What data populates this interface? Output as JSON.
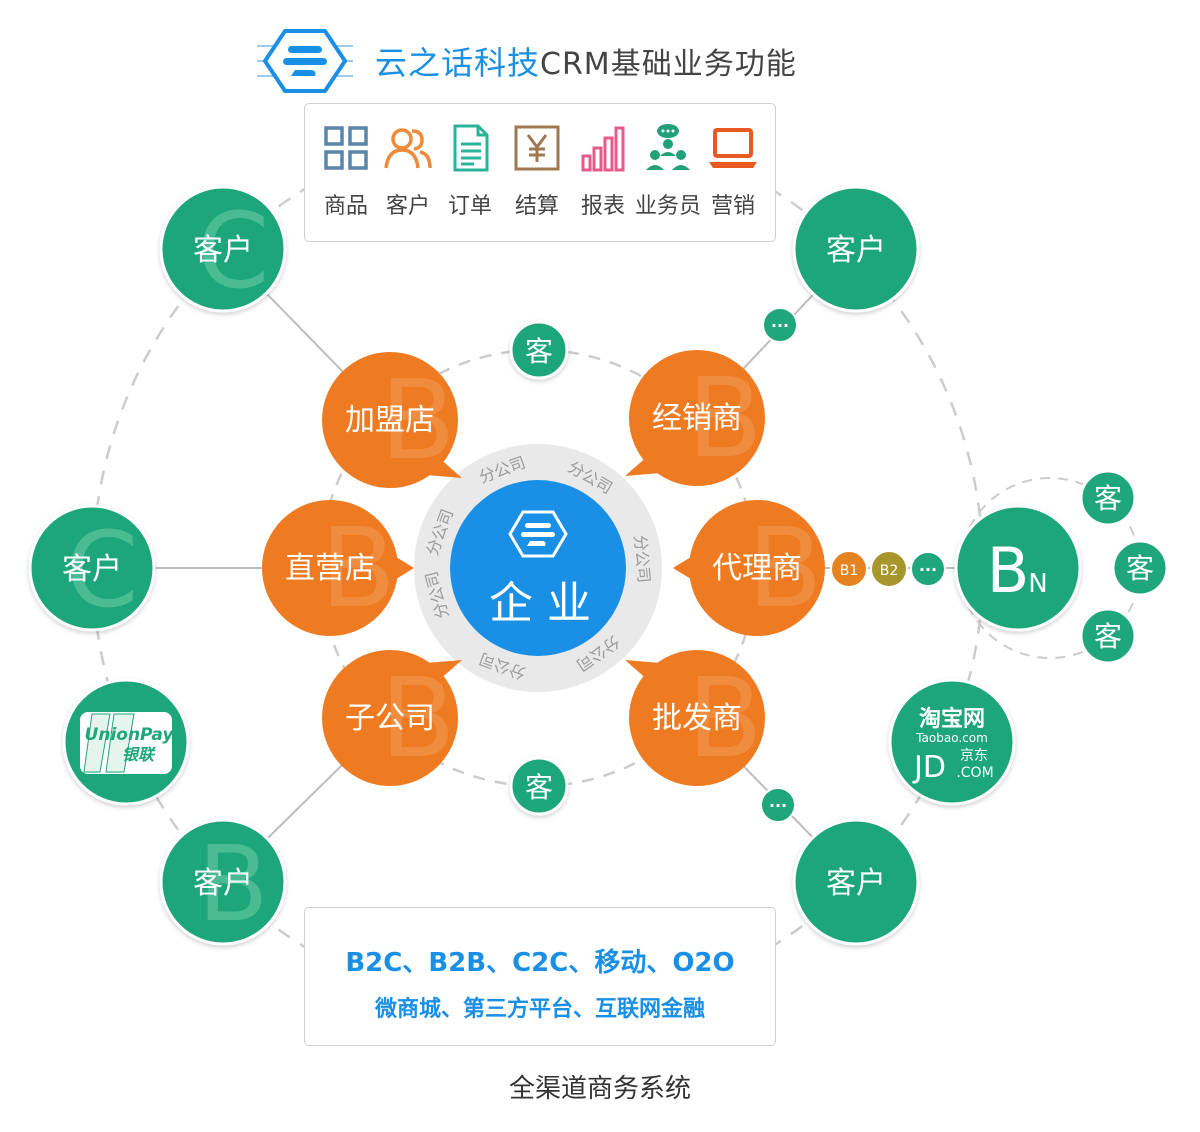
{
  "header": {
    "brand": "云之话科技",
    "subtitle": "CRM基础业务功能"
  },
  "features": [
    {
      "icon": "grid-icon",
      "label": "商品"
    },
    {
      "icon": "users-icon",
      "label": "客户"
    },
    {
      "icon": "document-icon",
      "label": "订单"
    },
    {
      "icon": "yen-icon",
      "label": "结算"
    },
    {
      "icon": "bar-chart-icon",
      "label": "报表"
    },
    {
      "icon": "team-icon",
      "label": "业务员"
    },
    {
      "icon": "laptop-icon",
      "label": "营销"
    }
  ],
  "center": {
    "label": "企 业",
    "branch_label": "分公司"
  },
  "b_nodes": {
    "franchise": "加盟店",
    "direct": "直营店",
    "subsidiary": "子公司",
    "dealer": "经销商",
    "agent": "代理商",
    "wholesaler": "批发商",
    "watermark": "B"
  },
  "customers": {
    "label": "客户",
    "small_label": "客",
    "c_mark": "C",
    "b_mark": "B"
  },
  "chain": {
    "b1": "B1",
    "b2": "B2",
    "more": "···",
    "bn_main": "B",
    "bn_sub": "N"
  },
  "logos": {
    "unionpay_en": "UnionPay",
    "unionpay_cn": "银联",
    "taobao_cn": "淘宝网",
    "taobao_en": "Taobao.com",
    "jd_en": "JD",
    "jd_cn": "京东",
    "jd_com": ".COM"
  },
  "bottom": {
    "line1": "B2C、B2B、C2C、移动、O2O",
    "line2": "微商城、第三方平台、互联网金融"
  },
  "caption": "全渠道商务系统",
  "colors": {
    "green": "#1fa67a",
    "orange": "#ee7a22",
    "blue": "#1a8fe6",
    "gray_ring": "#e8e8e8",
    "dash": "#c8c8c8"
  }
}
